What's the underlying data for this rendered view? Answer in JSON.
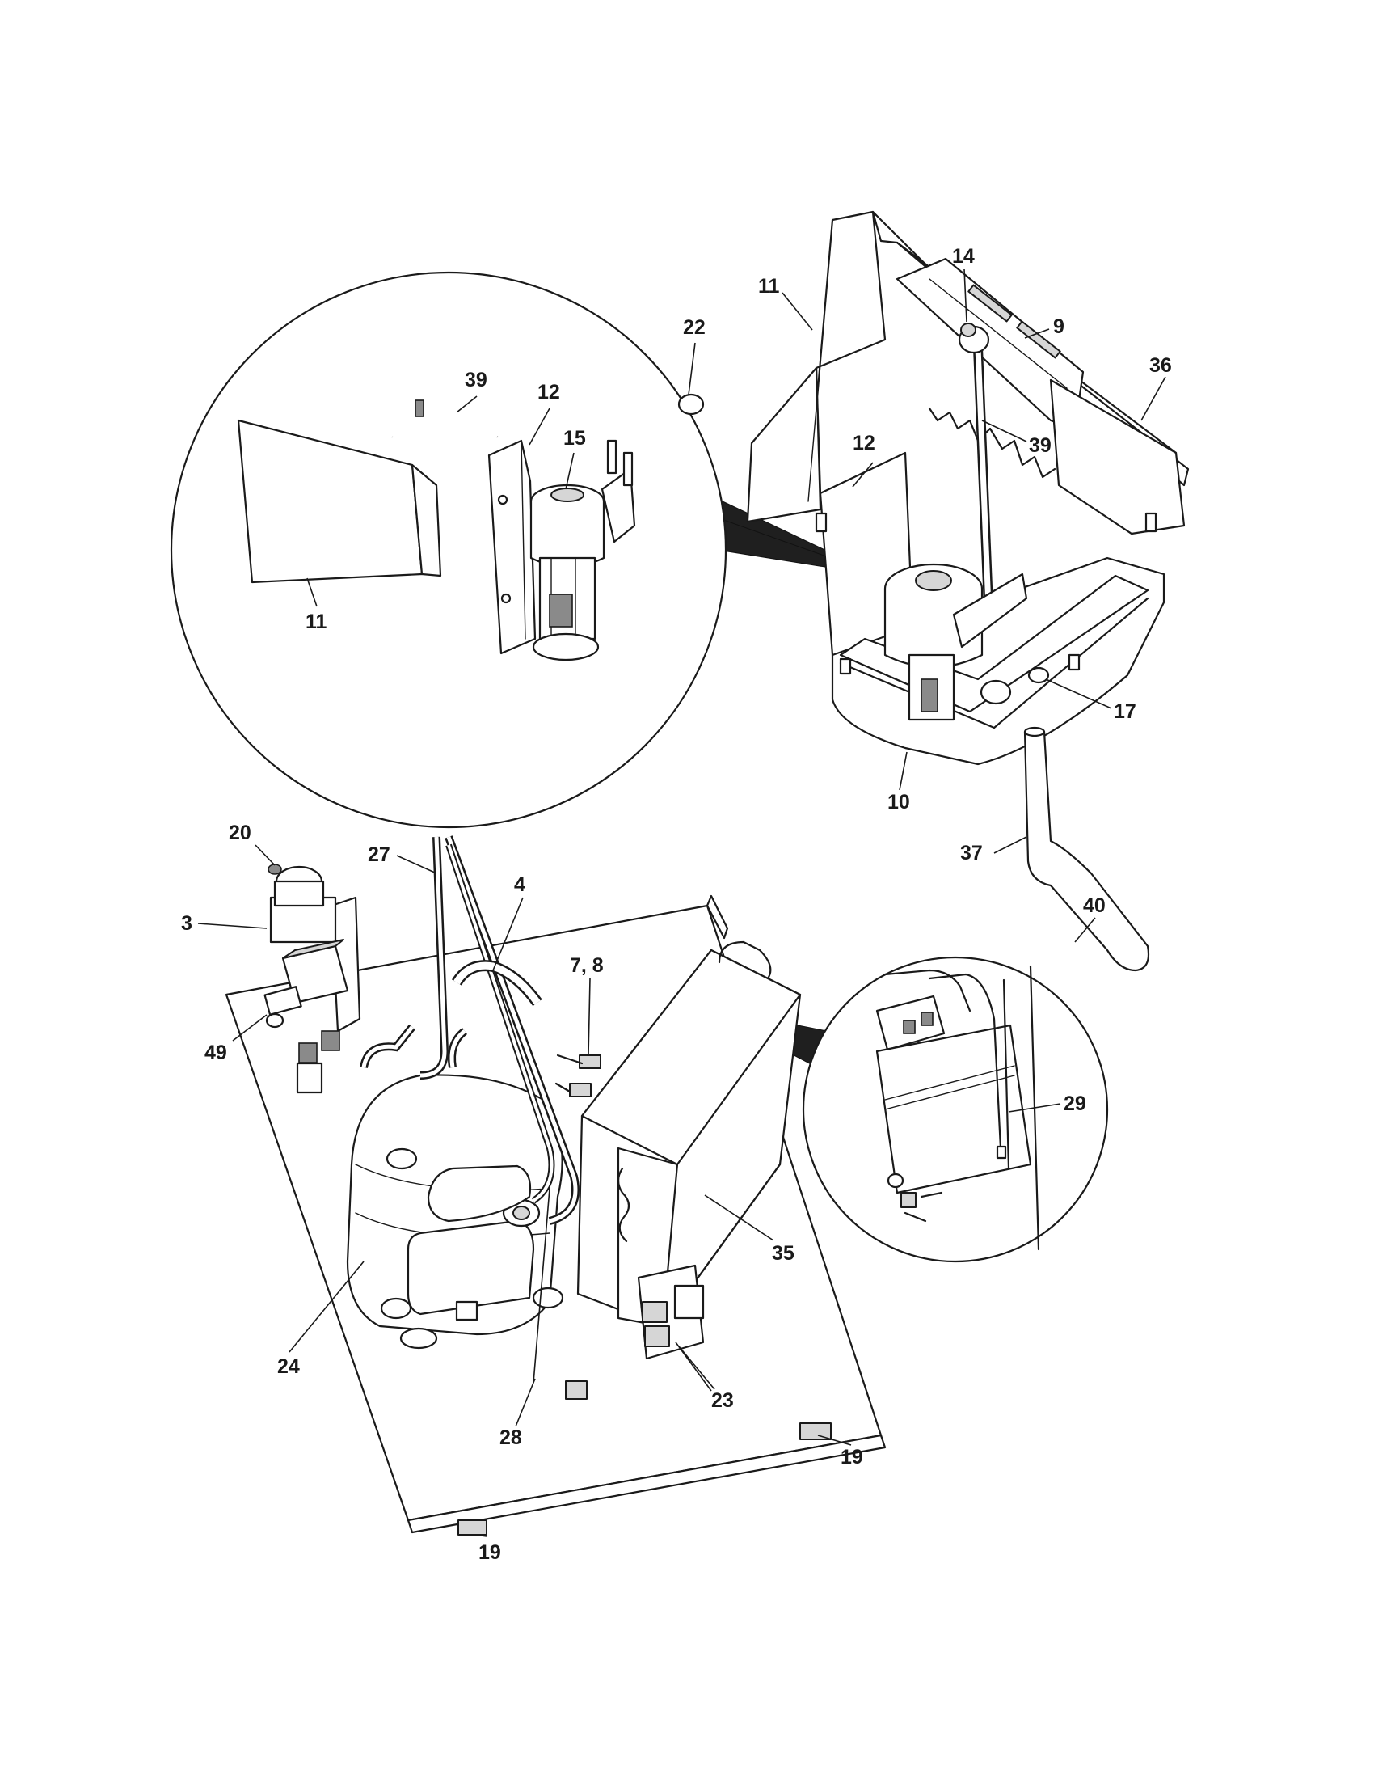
{
  "callouts": {
    "c11a": "11",
    "c22": "22",
    "c14": "14",
    "c9": "9",
    "c36": "36",
    "c12a": "12",
    "c39a": "39",
    "c17": "17",
    "c10": "10",
    "c39b": "39",
    "c12b": "12",
    "c15": "15",
    "c11b": "11",
    "c37": "37",
    "c40": "40",
    "c20": "20",
    "c27": "27",
    "c4": "4",
    "c3": "3",
    "c78": "7, 8",
    "c49": "49",
    "c29": "29",
    "c35": "35",
    "c24": "24",
    "c23": "23",
    "c28": "28",
    "c19a": "19",
    "c19b": "19"
  },
  "colors": {
    "line": "#1a1a1a",
    "shade": "#d6d6d6",
    "zoom_fill": "#1f1f1f",
    "background": "#ffffff"
  }
}
